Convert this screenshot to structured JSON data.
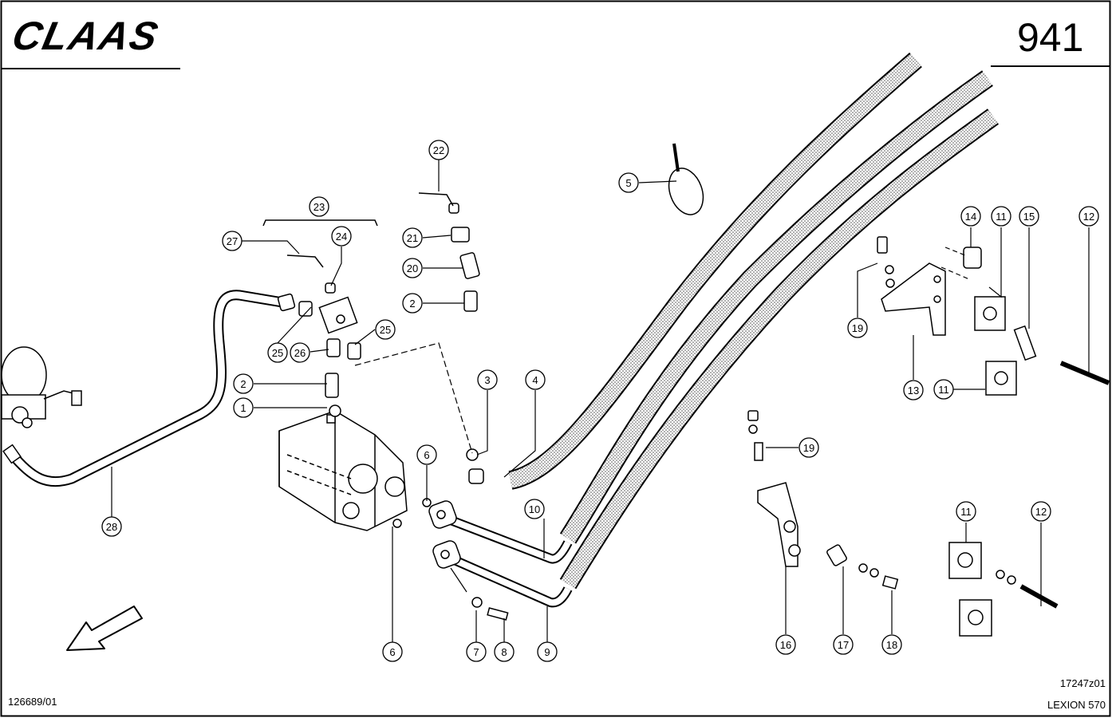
{
  "header": {
    "brand": "CLAAS",
    "page_number": "941"
  },
  "footer": {
    "doc_ref": "126689/01",
    "drawing_ref": "17247z01",
    "model": "LEXION 570"
  },
  "group_label": "23",
  "callouts": [
    {
      "id": "c22",
      "text": "22"
    },
    {
      "id": "c23",
      "text": "23"
    },
    {
      "id": "c27",
      "text": "27"
    },
    {
      "id": "c24",
      "text": "24"
    },
    {
      "id": "c21",
      "text": "21"
    },
    {
      "id": "c20",
      "text": "20"
    },
    {
      "id": "c2a",
      "text": "2"
    },
    {
      "id": "c5",
      "text": "5"
    },
    {
      "id": "c25a",
      "text": "25"
    },
    {
      "id": "c26",
      "text": "26"
    },
    {
      "id": "c25b",
      "text": "25"
    },
    {
      "id": "c2b",
      "text": "2"
    },
    {
      "id": "c1",
      "text": "1"
    },
    {
      "id": "c3",
      "text": "3"
    },
    {
      "id": "c4",
      "text": "4"
    },
    {
      "id": "c6a",
      "text": "6"
    },
    {
      "id": "c28",
      "text": "28"
    },
    {
      "id": "c10",
      "text": "10"
    },
    {
      "id": "c6b",
      "text": "6"
    },
    {
      "id": "c7",
      "text": "7"
    },
    {
      "id": "c8",
      "text": "8"
    },
    {
      "id": "c9",
      "text": "9"
    },
    {
      "id": "c14",
      "text": "14"
    },
    {
      "id": "c11a",
      "text": "11"
    },
    {
      "id": "c15",
      "text": "15"
    },
    {
      "id": "c12a",
      "text": "12"
    },
    {
      "id": "c19a",
      "text": "19"
    },
    {
      "id": "c13",
      "text": "13"
    },
    {
      "id": "c11b",
      "text": "11"
    },
    {
      "id": "c19b",
      "text": "19"
    },
    {
      "id": "c11c",
      "text": "11"
    },
    {
      "id": "c12b",
      "text": "12"
    },
    {
      "id": "c16",
      "text": "16"
    },
    {
      "id": "c17",
      "text": "17"
    },
    {
      "id": "c18",
      "text": "18"
    }
  ]
}
